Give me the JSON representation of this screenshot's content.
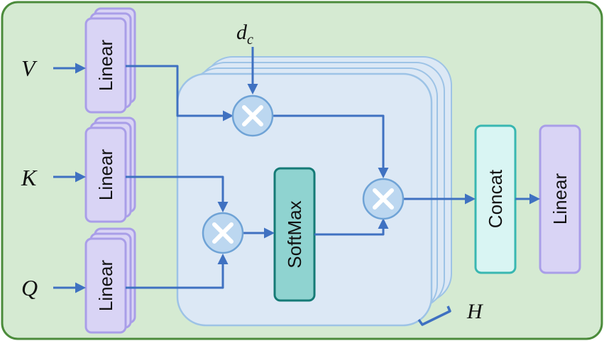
{
  "inputs": {
    "v": "V",
    "k": "K",
    "q": "Q"
  },
  "blocks": {
    "linear_v": "Linear",
    "linear_k": "Linear",
    "linear_q": "Linear",
    "softmax": "SoftMax",
    "concat": "Concat",
    "linear_out": "Linear"
  },
  "scale": {
    "base": "d",
    "subscript": "c"
  },
  "heads_label": "H",
  "colors": {
    "panel_fill": "#d5ead2",
    "panel_border": "#4b8b3b",
    "attention_fill": "#dce8f5",
    "attention_border": "#9dc3e6",
    "linear_fill": "#d9d4f5",
    "linear_border": "#a99ee8",
    "softmax_fill": "#8fd3d0",
    "softmax_border": "#157a76",
    "concat_fill": "#d9f5f3",
    "concat_border": "#39b7b1",
    "multiply_fill": "#bcd7f0",
    "multiply_border": "#6fa3d6",
    "arrow": "#3f71c1"
  }
}
